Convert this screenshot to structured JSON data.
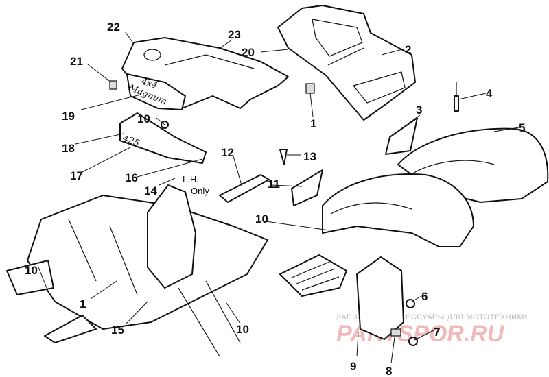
{
  "callouts": [
    {
      "id": "c22",
      "label": "22"
    },
    {
      "id": "c23",
      "label": "23"
    },
    {
      "id": "c20",
      "label": "20"
    },
    {
      "id": "c2",
      "label": "2"
    },
    {
      "id": "c21",
      "label": "21"
    },
    {
      "id": "c19",
      "label": "19"
    },
    {
      "id": "c10a",
      "label": "10"
    },
    {
      "id": "c1a",
      "label": "1"
    },
    {
      "id": "c3",
      "label": "3"
    },
    {
      "id": "c4",
      "label": "4"
    },
    {
      "id": "c5",
      "label": "5"
    },
    {
      "id": "c18",
      "label": "18"
    },
    {
      "id": "c13",
      "label": "13"
    },
    {
      "id": "c12",
      "label": "12"
    },
    {
      "id": "c17",
      "label": "17"
    },
    {
      "id": "c16",
      "label": "16"
    },
    {
      "id": "c14",
      "label": "14"
    },
    {
      "id": "c11",
      "label": "11"
    },
    {
      "id": "c10b",
      "label": "10"
    },
    {
      "id": "c10c",
      "label": "10"
    },
    {
      "id": "c1b",
      "label": "1"
    },
    {
      "id": "c15",
      "label": "15"
    },
    {
      "id": "c10d",
      "label": "10"
    },
    {
      "id": "c6",
      "label": "6"
    },
    {
      "id": "c7",
      "label": "7"
    },
    {
      "id": "c9",
      "label": "9"
    },
    {
      "id": "c8",
      "label": "8"
    }
  ],
  "notes": {
    "lh_line1": "L.H.",
    "lh_line2": "Only"
  },
  "decals": {
    "model_4x4": "4x4",
    "model_name": "Magnum",
    "engine": "425"
  },
  "watermark": {
    "tagline": "ЗАПЧАСТИ И АКСЕССУАРЫ ДЛЯ МОТОТЕХНИКИ",
    "brand": "PARTSPOR.RU"
  }
}
